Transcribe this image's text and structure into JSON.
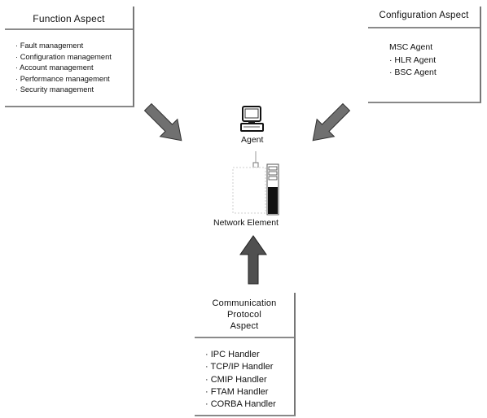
{
  "function_aspect": {
    "title": "Function Aspect",
    "items": [
      "Fault management",
      "Configuration management",
      "Account management",
      "Performance management",
      "Security management"
    ]
  },
  "configuration_aspect": {
    "title": "Configuration Aspect",
    "items": [
      "MSC Agent",
      "HLR Agent",
      "BSC Agent"
    ]
  },
  "communication_protocol_aspect": {
    "title_line1": "Communication Protocol",
    "title_line2": "Aspect",
    "items": [
      "IPC Handler",
      "TCP/IP Handler",
      "CMIP Handler",
      "FTAM Handler",
      "CORBA Handler"
    ]
  },
  "center": {
    "agent_label": "Agent",
    "network_element_label": "Network Element"
  },
  "colors": {
    "arrow": "#707070",
    "box_shadow": "#808080"
  }
}
